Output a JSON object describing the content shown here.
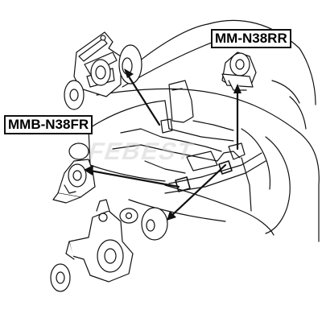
{
  "labels": {
    "rear_mount_code": "MM-N38RR",
    "front_mount_code": "MMB-N38FR"
  },
  "watermark": "FEBEST",
  "colors": {
    "line": "#111111",
    "fill": "#ffffff",
    "watermark": "#c8c8c8"
  }
}
